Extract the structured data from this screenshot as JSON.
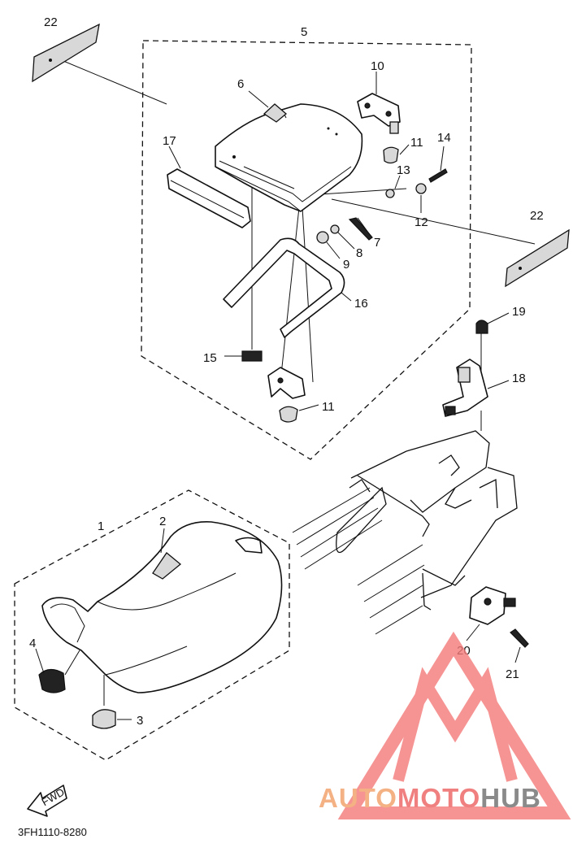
{
  "diagram": {
    "part_numbers": [
      "1",
      "2",
      "3",
      "4",
      "5",
      "6",
      "7",
      "8",
      "9",
      "10",
      "11",
      "11",
      "12",
      "13",
      "14",
      "15",
      "16",
      "17",
      "18",
      "19",
      "20",
      "21",
      "22",
      "22"
    ],
    "fwd_label": "FWD",
    "drawing_code": "3FH1110-8280"
  },
  "watermark": {
    "text_parts": [
      "AUTO",
      "MOTO",
      "HUB"
    ],
    "colors": {
      "auto": "#f4b183",
      "moto": "#f08080",
      "hub": "#8a8a8a",
      "triangle": "#f47a7a"
    }
  }
}
